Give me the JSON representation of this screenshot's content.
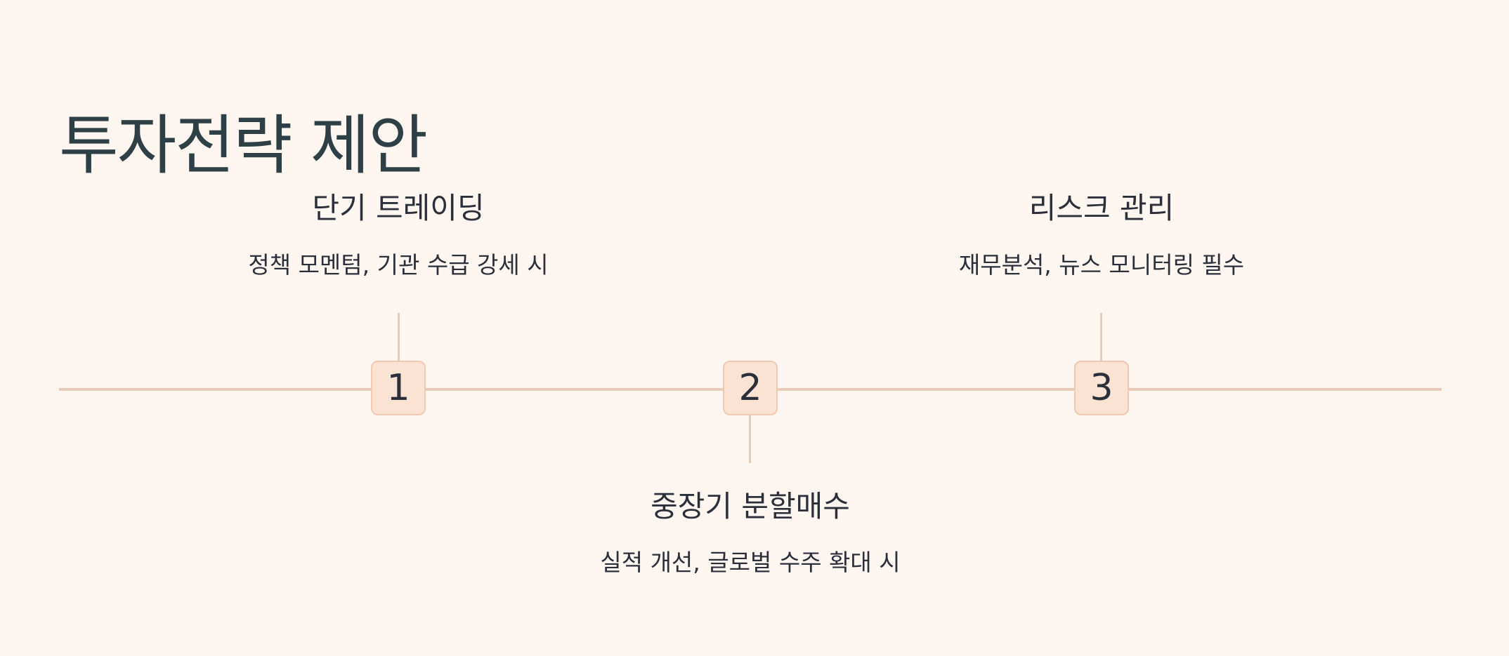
{
  "title": "투자전략 제안",
  "steps": [
    {
      "number": "1",
      "title": "단기 트레이딩",
      "description": "정책 모멘텀, 기관 수급 강세 시"
    },
    {
      "number": "2",
      "title": "중장기 분할매수",
      "description": "실적 개선, 글로벌 수주 확대 시"
    },
    {
      "number": "3",
      "title": "리스크 관리",
      "description": "재무분석, 뉴스 모니터링 필수"
    }
  ],
  "colors": {
    "background": "#fdf6f0",
    "line": "#e9ccb6",
    "marker_fill": "#fbe3d3",
    "marker_border": "#efc9b1",
    "title_text": "#2e3f45",
    "body_text": "#2b2f3a"
  }
}
